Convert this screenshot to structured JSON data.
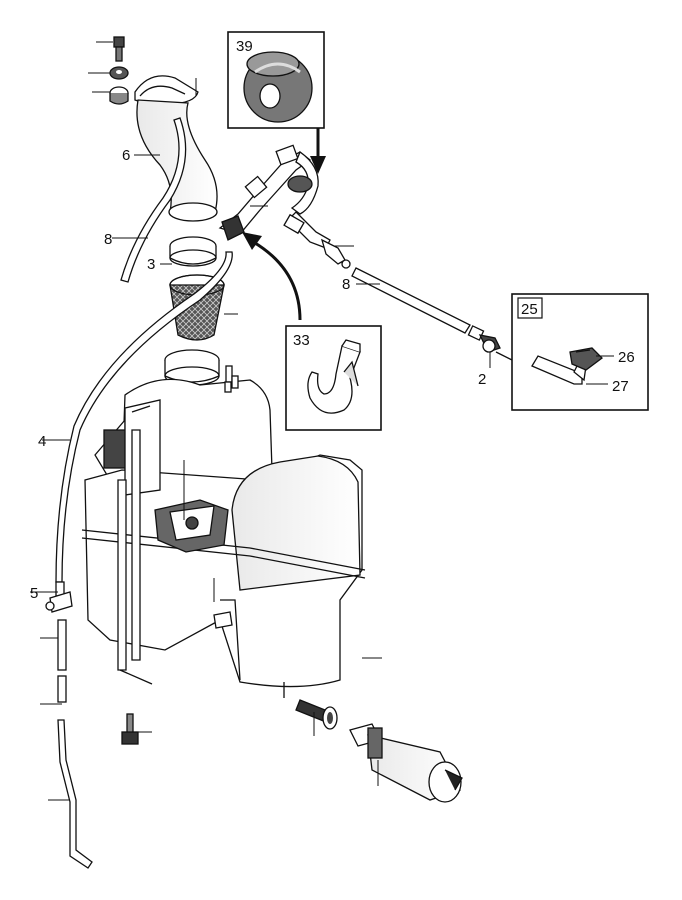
{
  "labels": {
    "l6": "6",
    "l8a": "8",
    "l3": "3",
    "l4": "4",
    "l5": "5",
    "l8b": "8",
    "l2": "2"
  },
  "insets": {
    "i39": "39",
    "i33": "33",
    "i25": "25",
    "i26": "26",
    "i27": "27"
  }
}
